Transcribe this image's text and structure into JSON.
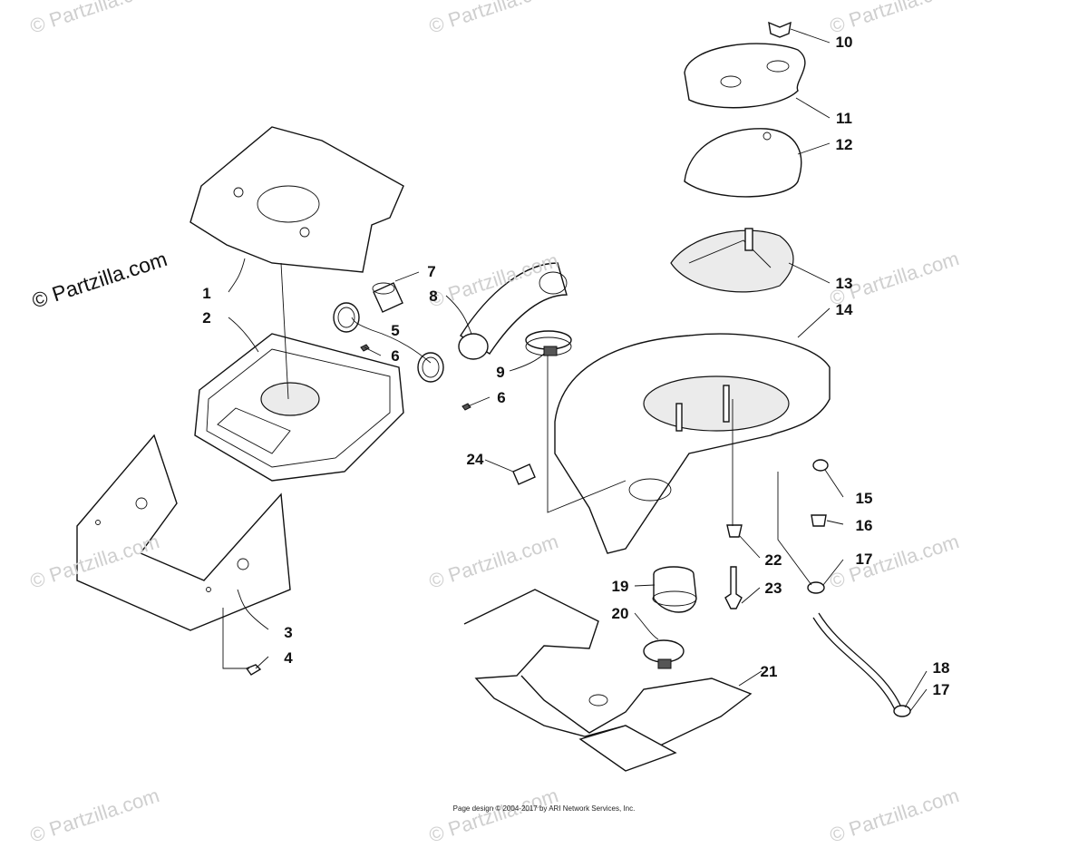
{
  "watermarks": [
    "© Partzilla.com",
    "© Partzilla.com",
    "© Partzilla.com",
    "© Partzilla.com",
    "© Partzilla.com",
    "© Partzilla.com",
    "© Partzilla.com",
    "© Partzilla.com",
    "© Partzilla.com",
    "© Partzilla.com",
    "© Partzilla.com",
    "© Partzilla.com"
  ],
  "callouts": [
    "1",
    "2",
    "3",
    "4",
    "5",
    "6",
    "6",
    "7",
    "8",
    "9",
    "10",
    "11",
    "12",
    "13",
    "14",
    "15",
    "16",
    "17",
    "17",
    "18",
    "19",
    "20",
    "21",
    "22",
    "23",
    "24"
  ],
  "footer": "Page design © 2004-2017 by ARI Network Services, Inc."
}
